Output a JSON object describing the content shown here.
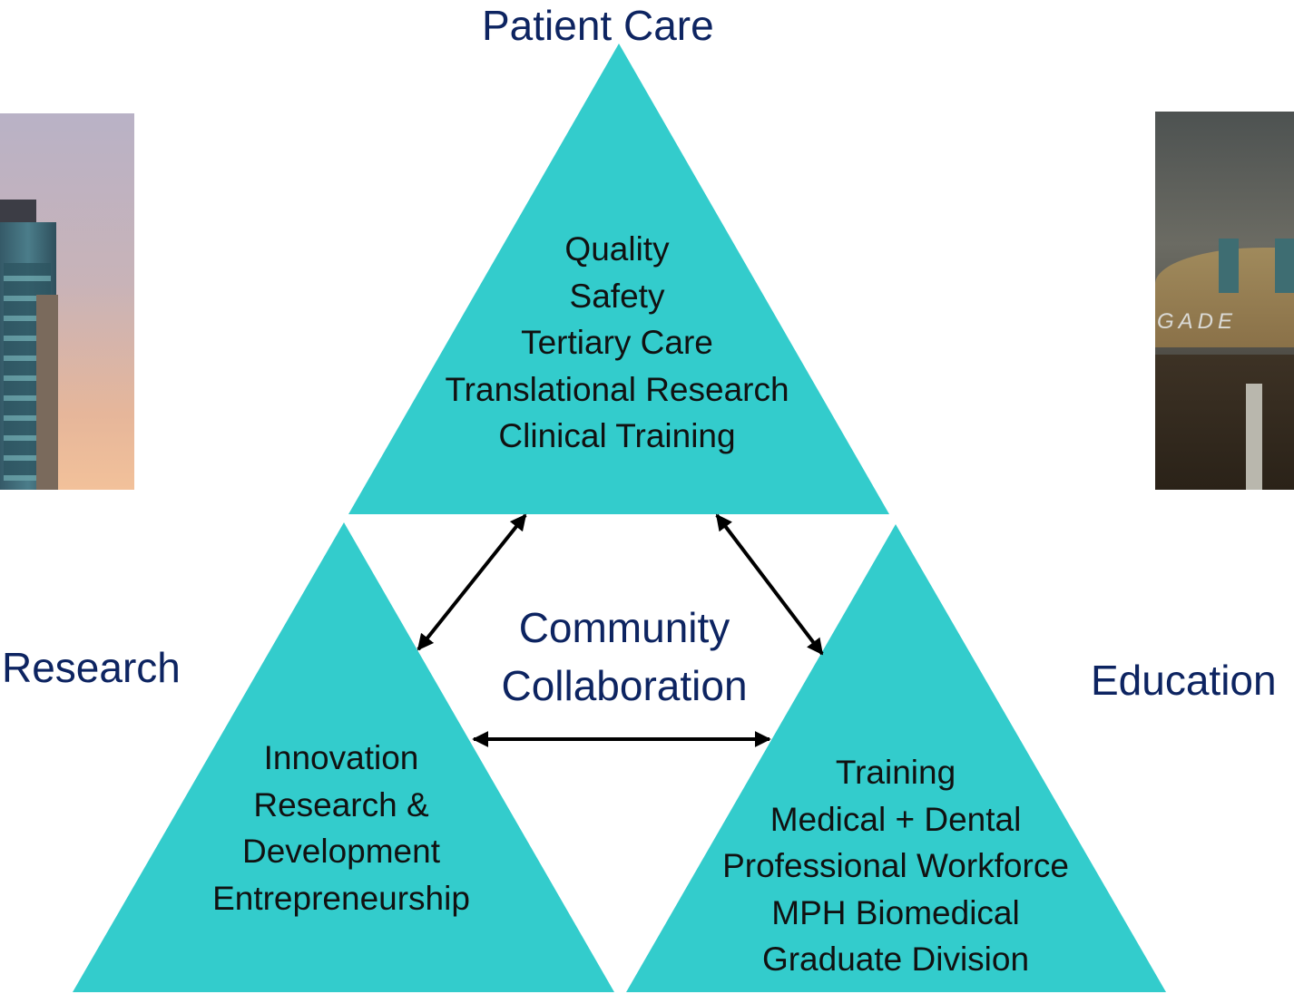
{
  "diagram": {
    "colors": {
      "triangle_fill": "#33cccc",
      "heading_text": "#0d2461",
      "body_text": "#111111",
      "arrow": "#000000"
    },
    "titles": {
      "patient_care": "Patient Care",
      "research": "Research",
      "education": "Education"
    },
    "center": {
      "line1": "Community",
      "line2": "Collaboration"
    },
    "patient_care_items": [
      "Quality",
      "Safety",
      "Tertiary Care",
      "Translational Research",
      "Clinical Training"
    ],
    "research_items": [
      "Innovation",
      "Research &",
      "Development",
      "Entrepreneurship"
    ],
    "education_items": [
      "Training",
      "Medical + Dental",
      "Professional Workforce",
      "MPH Biomedical",
      "Graduate Division"
    ],
    "photos": {
      "left": "hospital-building-photo",
      "right": "academic-building-photo",
      "right_lettering": "GADE"
    }
  }
}
